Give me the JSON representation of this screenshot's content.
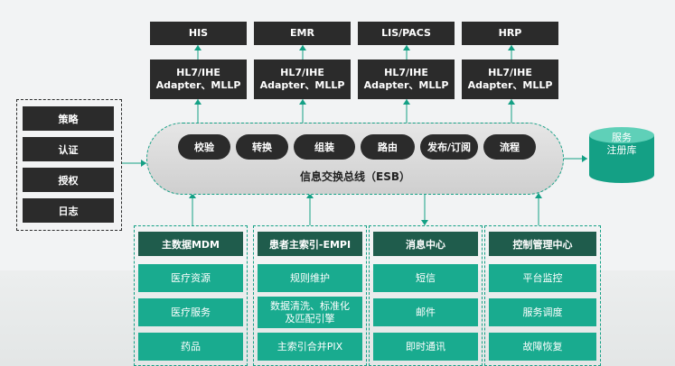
{
  "systems": [
    "HIS",
    "EMR",
    "LIS/PACS",
    "HRP"
  ],
  "adapter_label": "HL7/IHE\nAdapter、MLLP",
  "left_panel": [
    "策略",
    "认证",
    "授权",
    "日志"
  ],
  "esb": {
    "title": "信息交换总线（ESB）",
    "functions": [
      "校验",
      "转换",
      "组装",
      "路由",
      "发布/订阅",
      "流程"
    ]
  },
  "registry": [
    "服务",
    "注册库"
  ],
  "groups": [
    {
      "title": "主数据MDM",
      "items": [
        "医疗资源",
        "医疗服务",
        "药品"
      ]
    },
    {
      "title": "患者主索引-EMPI",
      "items": [
        "规则维护",
        "数据清洗、标准化及匹配引擎",
        "主索引合并PIX"
      ]
    },
    {
      "title": "消息中心",
      "items": [
        "短信",
        "邮件",
        "即时通讯"
      ]
    },
    {
      "title": "控制管理中心",
      "items": [
        "平台监控",
        "服务调度",
        "故障恢复"
      ]
    }
  ],
  "colors": {
    "dark": "#2b2b2b",
    "teal": "#19ab8f",
    "deep_teal": "#1f5c4c",
    "line": "#14a085"
  }
}
